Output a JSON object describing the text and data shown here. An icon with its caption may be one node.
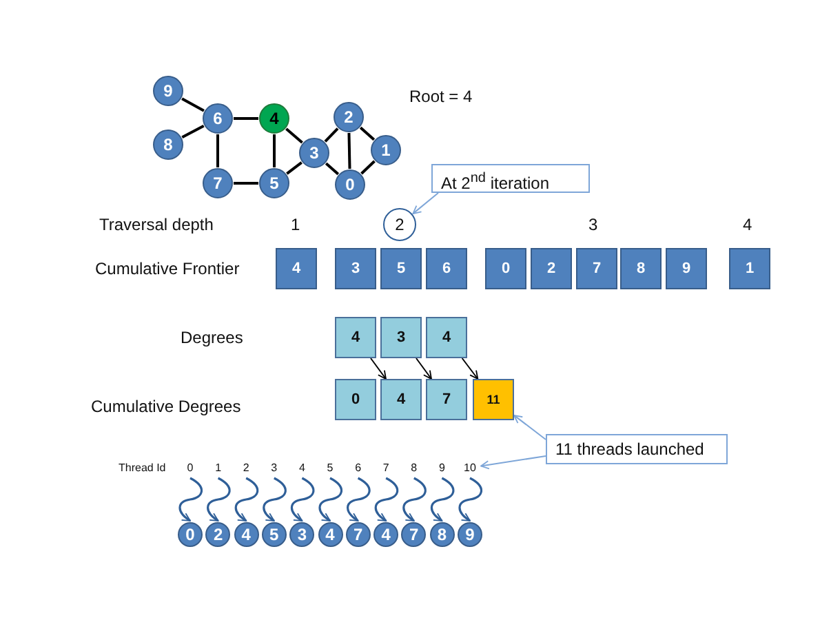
{
  "diagram": {
    "nodes": [
      {
        "text": [
          "9"
        ]
      },
      {
        "text": [
          "6"
        ]
      },
      {
        "text": [
          "4"
        ]
      },
      {
        "text": [
          "2"
        ]
      },
      {
        "text": [
          "8"
        ]
      },
      {
        "text": [
          "3"
        ]
      },
      {
        "text": [
          "1"
        ]
      },
      {
        "text": [
          "7"
        ]
      },
      {
        "text": [
          "5"
        ]
      },
      {
        "text": [
          "0"
        ]
      },
      {
        "text": [
          "At 2$^{nd}$ iteration"
        ]
      },
      {
        "text": [
          "2"
        ]
      },
      {
        "text": [
          "4"
        ]
      },
      {
        "text": [
          "3"
        ]
      },
      {
        "text": [
          "5"
        ]
      },
      {
        "text": [
          "6"
        ]
      },
      {
        "text": [
          "0"
        ]
      },
      {
        "text": [
          "2"
        ]
      },
      {
        "text": [
          "7"
        ]
      },
      {
        "text": [
          "8"
        ]
      },
      {
        "text": [
          "9"
        ]
      },
      {
        "text": [
          "1"
        ]
      },
      {
        "text": [
          "4"
        ]
      },
      {
        "text": [
          "3"
        ]
      },
      {
        "text": [
          "4"
        ]
      },
      {
        "text": [
          "0"
        ]
      },
      {
        "text": [
          "4"
        ]
      },
      {
        "text": [
          "7"
        ]
      },
      {
        "text": [
          "11"
        ]
      },
      {
        "text": [
          "11 threads launched"
        ]
      },
      {
        "text": [
          "0"
        ]
      },
      {
        "text": [
          "1"
        ]
      },
      {
        "text": [
          "2"
        ]
      },
      {
        "text": [
          "3"
        ]
      },
      {
        "text": [
          "4"
        ]
      },
      {
        "text": [
          "5"
        ]
      },
      {
        "text": [
          "6"
        ]
      },
      {
        "text": [
          "7"
        ]
      },
      {
        "text": [
          "8"
        ]
      },
      {
        "text": [
          "9"
        ]
      },
      {
        "text": [
          "10"
        ]
      },
      {
        "text": [
          "0"
        ]
      },
      {
        "text": [
          "2"
        ]
      },
      {
        "text": [
          "4"
        ]
      },
      {
        "text": [
          "5"
        ]
      },
      {
        "text": [
          "3"
        ]
      },
      {
        "text": [
          "4"
        ]
      },
      {
        "text": [
          "7"
        ]
      },
      {
        "text": [
          "4"
        ]
      },
      {
        "text": [
          "7"
        ]
      },
      {
        "text": [
          "8"
        ]
      },
      {
        "text": [
          "9"
        ]
      }
    ],
    "edges": [
      {
        "from": 0,
        "to": 1,
        "arrow": "none"
      },
      {
        "from": 4,
        "to": 1,
        "arrow": "none"
      },
      {
        "from": 1,
        "to": 2,
        "arrow": "none"
      },
      {
        "from": 1,
        "to": 7,
        "arrow": "none"
      },
      {
        "from": 7,
        "to": 8,
        "arrow": "none"
      },
      {
        "from": 2,
        "to": 8,
        "arrow": "none"
      },
      {
        "from": 2,
        "to": 5,
        "arrow": "none"
      },
      {
        "from": 8,
        "to": 5,
        "arrow": "none"
      },
      {
        "from": 5,
        "to": 3,
        "arrow": "none"
      },
      {
        "from": 5,
        "to": 9,
        "arrow": "none"
      },
      {
        "from": 3,
        "to": 9,
        "arrow": "none"
      },
      {
        "from": 3,
        "to": 6,
        "arrow": "none"
      },
      {
        "from": 6,
        "to": 9,
        "arrow": "none"
      },
      {
        "from": 10,
        "to": 11,
        "arrow": "to",
        "color": "#7ea6d8"
      },
      {
        "from": 22,
        "to": 26,
        "arrow": "to"
      },
      {
        "from": 23,
        "to": 27,
        "arrow": "to"
      },
      {
        "from": 24,
        "to": 28,
        "arrow": "to"
      },
      {
        "from": 29,
        "to": 28,
        "arrow": "to",
        "color": "#7ea6d8"
      },
      {
        "from": 29,
        "to": 40,
        "arrow": "to",
        "color": "#7ea6d8"
      },
      {
        "from": 30,
        "to": 41,
        "arrow": "to",
        "color": "#2f5f98"
      },
      {
        "from": 31,
        "to": 42,
        "arrow": "to",
        "color": "#2f5f98"
      },
      {
        "from": 32,
        "to": 43,
        "arrow": "to",
        "color": "#2f5f98"
      },
      {
        "from": 33,
        "to": 44,
        "arrow": "to",
        "color": "#2f5f98"
      },
      {
        "from": 34,
        "to": 45,
        "arrow": "to",
        "color": "#2f5f98"
      },
      {
        "from": 35,
        "to": 46,
        "arrow": "to",
        "color": "#2f5f98"
      },
      {
        "from": 36,
        "to": 47,
        "arrow": "to",
        "color": "#2f5f98"
      },
      {
        "from": 37,
        "to": 48,
        "arrow": "to",
        "color": "#2f5f98"
      },
      {
        "from": 38,
        "to": 49,
        "arrow": "to",
        "color": "#2f5f98"
      },
      {
        "from": 39,
        "to": 50,
        "arrow": "to",
        "color": "#2f5f98"
      },
      {
        "from": 40,
        "to": 51,
        "arrow": "to",
        "color": "#2f5f98"
      }
    ],
    "labels": [
      "Root = 4",
      "Traversal depth",
      "1",
      "3",
      "4",
      "Cumulative Frontier",
      "Degrees",
      "Cumulative Degrees",
      "Thread Id"
    ]
  }
}
